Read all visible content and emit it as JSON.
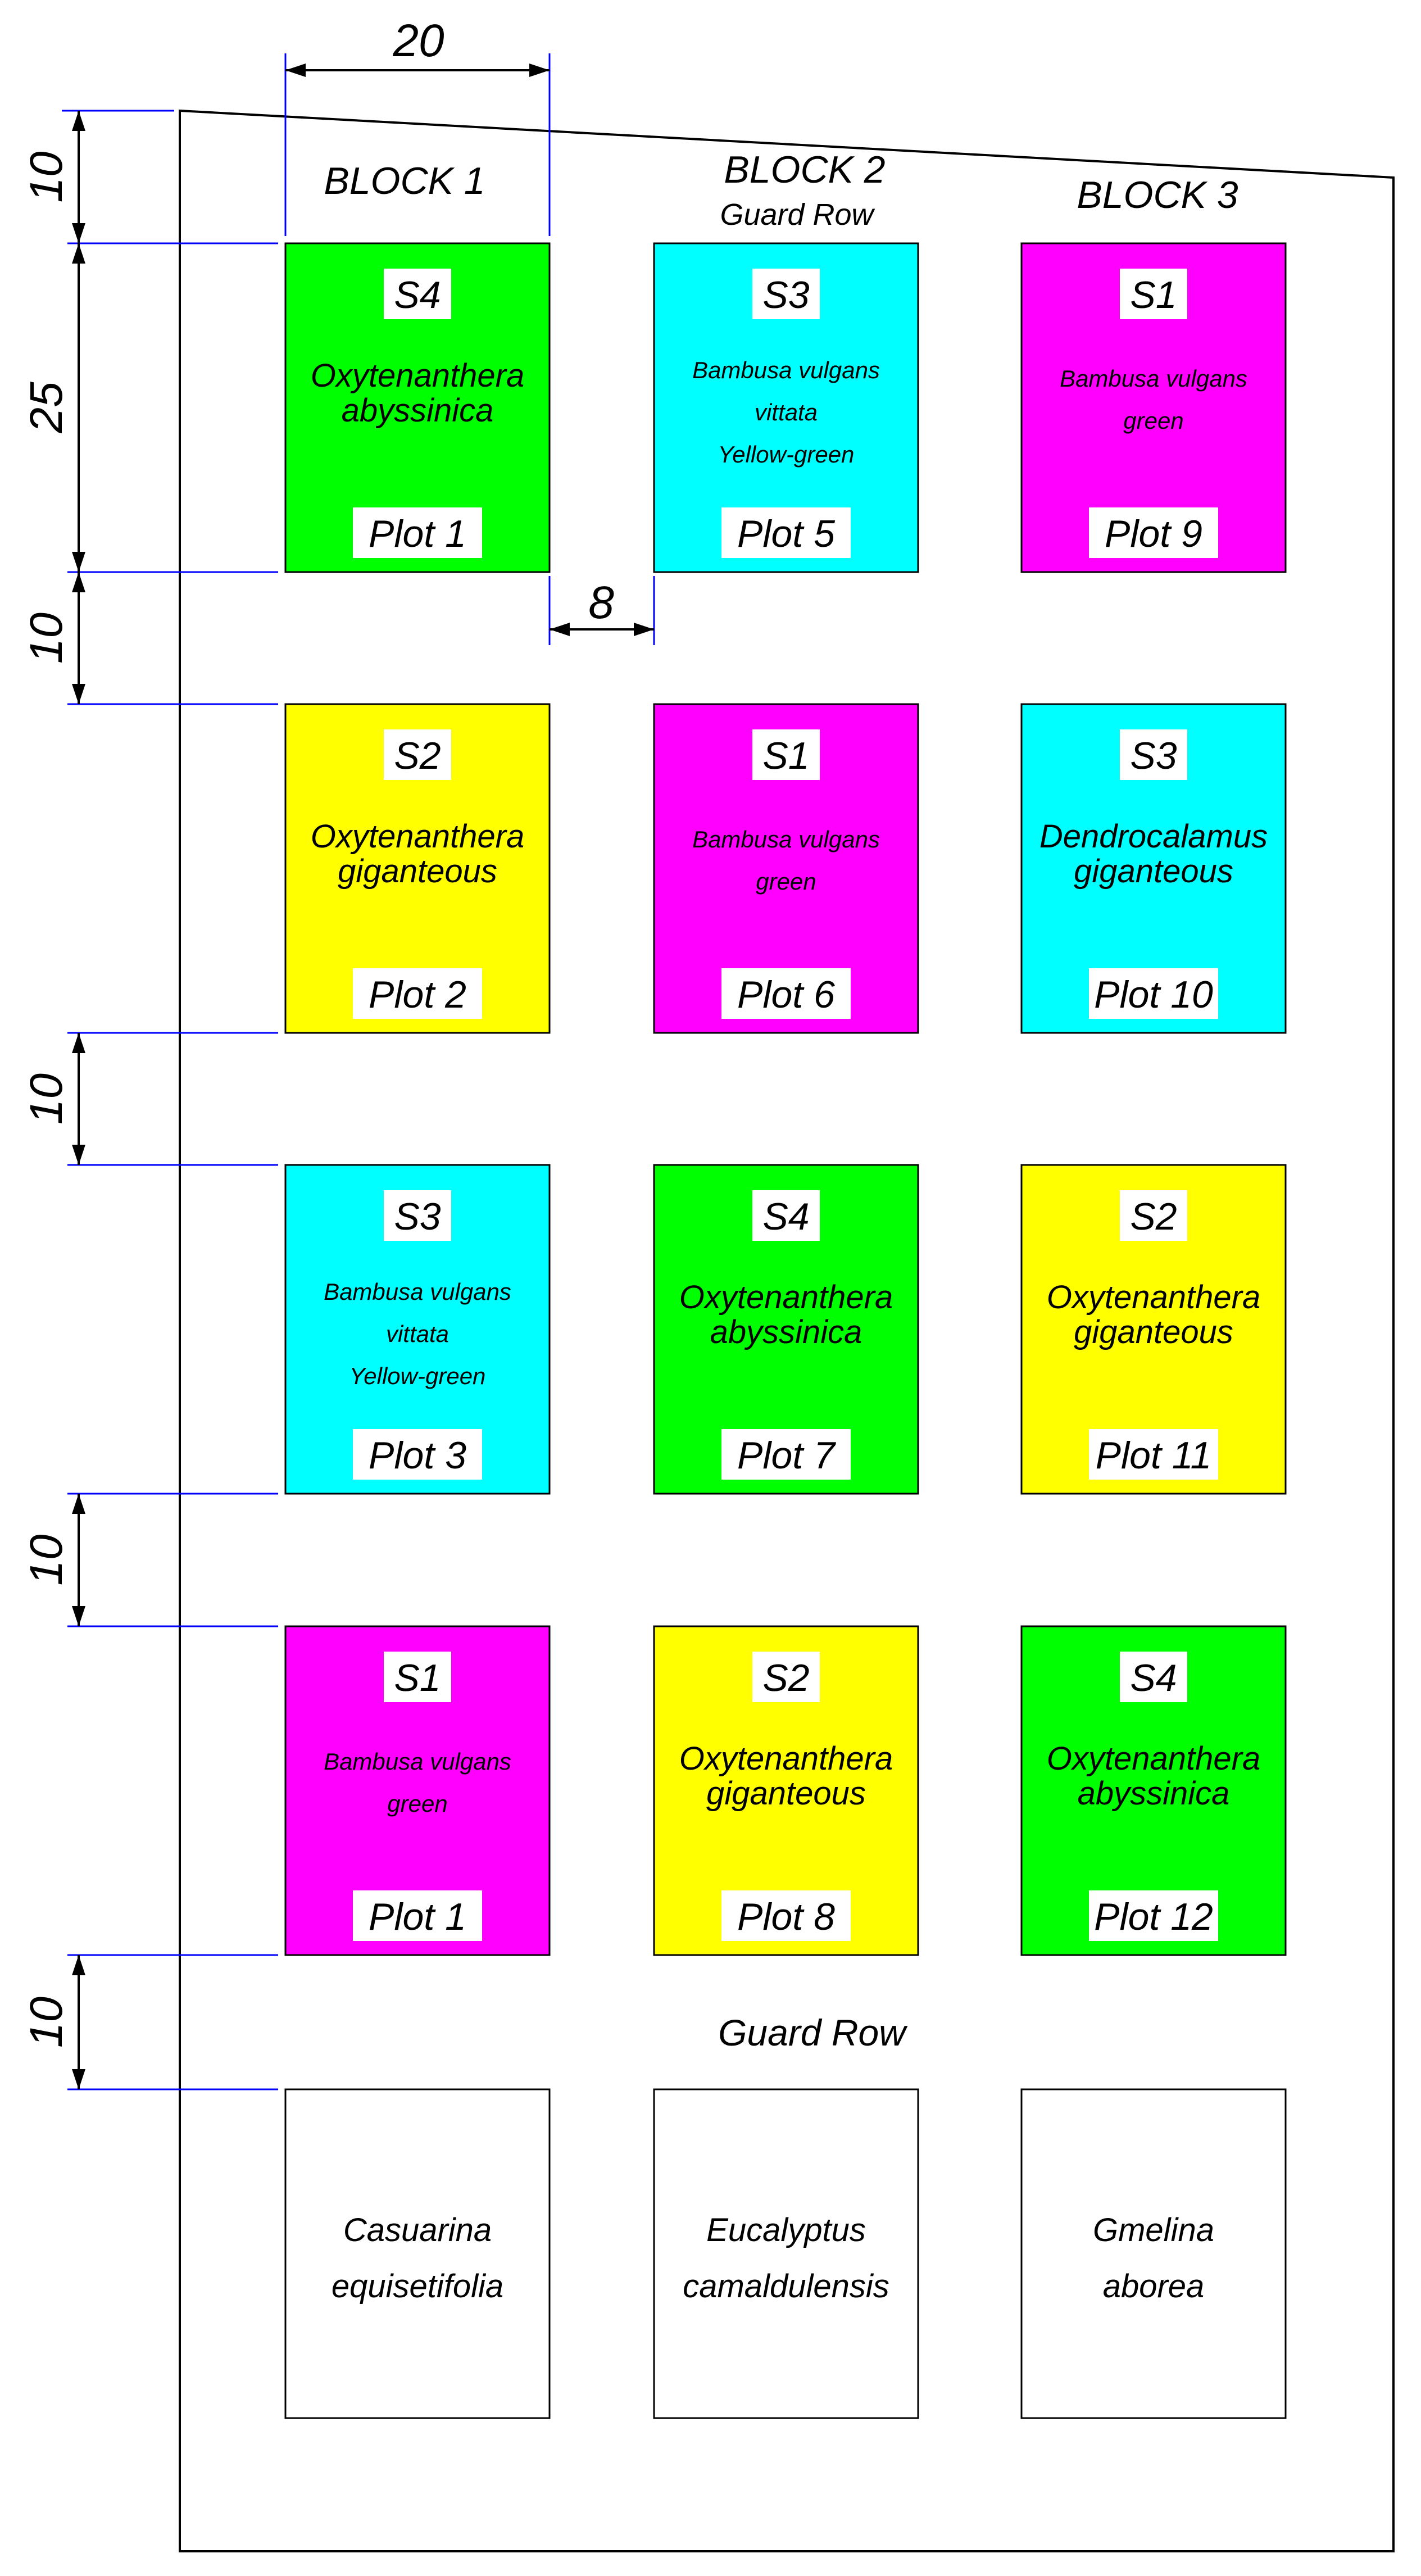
{
  "colors": {
    "green": "#00ff00",
    "cyan": "#00ffff",
    "magenta": "#ff00ff",
    "yellow": "#ffff00",
    "dimension_line": "#0000ff",
    "outline": "#000000",
    "label_bg": "#ffffff"
  },
  "blocks": [
    "BLOCK 1",
    "BLOCK 2",
    "BLOCK 3"
  ],
  "guard_row_top": "Guard Row",
  "guard_row_bottom": "Guard Row",
  "dimensions": {
    "plot_width": "20",
    "top_margin": "10",
    "plot_height": "25",
    "plot_gap": "8",
    "row_gaps": [
      "10",
      "10",
      "10",
      "10"
    ]
  },
  "plots": [
    {
      "treatment": "S4",
      "species": [
        "Oxytenanthera",
        "abyssinica"
      ],
      "plot": "Plot 1",
      "color": "green"
    },
    {
      "treatment": "S3",
      "species": [
        "Bambusa vulgans",
        "vittata",
        "Yellow-green"
      ],
      "plot": "Plot 5",
      "color": "cyan"
    },
    {
      "treatment": "S1",
      "species": [
        "Bambusa vulgans",
        "green"
      ],
      "plot": "Plot 9",
      "color": "magenta"
    },
    {
      "treatment": "S2",
      "species": [
        "Oxytenanthera",
        "giganteous"
      ],
      "plot": "Plot 2",
      "color": "yellow"
    },
    {
      "treatment": "S1",
      "species": [
        "Bambusa vulgans",
        "green"
      ],
      "plot": "Plot 6",
      "color": "magenta"
    },
    {
      "treatment": "S3",
      "species": [
        "Dendrocalamus",
        "giganteous"
      ],
      "plot": "Plot 10",
      "color": "cyan"
    },
    {
      "treatment": "S3",
      "species": [
        "Bambusa vulgans",
        "vittata",
        "Yellow-green"
      ],
      "plot": "Plot 3",
      "color": "cyan"
    },
    {
      "treatment": "S4",
      "species": [
        "Oxytenanthera",
        "abyssinica"
      ],
      "plot": "Plot 7",
      "color": "green"
    },
    {
      "treatment": "S2",
      "species": [
        "Oxytenanthera",
        "giganteous"
      ],
      "plot": "Plot 11",
      "color": "yellow"
    },
    {
      "treatment": "S1",
      "species": [
        "Bambusa vulgans",
        "green"
      ],
      "plot": "Plot 1",
      "color": "magenta"
    },
    {
      "treatment": "S2",
      "species": [
        "Oxytenanthera",
        "giganteous"
      ],
      "plot": "Plot 8",
      "color": "yellow"
    },
    {
      "treatment": "S4",
      "species": [
        "Oxytenanthera",
        "abyssinica"
      ],
      "plot": "Plot 12",
      "color": "green"
    }
  ],
  "guard_species": [
    [
      "Casuarina",
      "equisetifolia"
    ],
    [
      "Eucalyptus",
      "camaldulensis"
    ],
    [
      "Gmelina",
      "aborea"
    ]
  ]
}
